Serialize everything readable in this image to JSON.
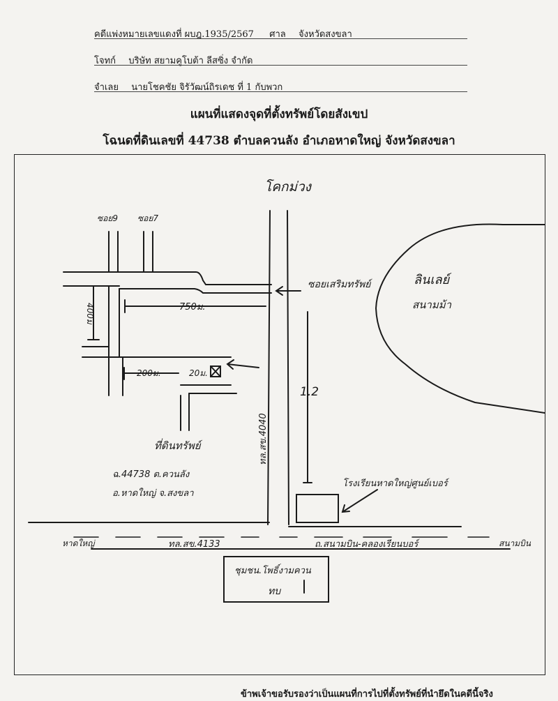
{
  "header": {
    "case_label": "คดีแพ่งหมายเลขแดงที่ ผบฎ.1935/2567",
    "court_label": "ศาล",
    "court_value": "จังหวัดสงขลา",
    "plaintiff_label": "โจทก์",
    "plaintiff_value": "บริษัท สยามคูโบต้า ลีสซิ่ง จำกัด",
    "defendant_label": "จำเลย",
    "defendant_value": "นายโชคชัย จิรัวัฒน์ถิรเดช ที่ 1 กับพวก"
  },
  "titles": {
    "main": "แผนที่แสดงจุดที่ตั้งทรัพย์โดยสังเขป",
    "sub": "โฉนดที่ดินเลขที่ 44738 ตำบลควนลัง อำเภอหาดใหญ่ จังหวัดสงขลา"
  },
  "map": {
    "north_road": "โคกม่วง",
    "soi_a": "ซอย9",
    "soi_b": "ซอย7",
    "soi_serm": "ซอยเสริมทรัพย์",
    "dist_750": "750ม.",
    "dist_400": "400ม",
    "dist_200": "200ม.",
    "dist_20": "20ม.",
    "pond_name": "ลินเลย์",
    "pond_sub": "สนามม้า",
    "km_marker": "1.2",
    "property_label": "ที่ดินทรัพย์",
    "deed_line": "ฉ.44738 ต.ควนลัง",
    "district_line": "อ.หาดใหญ่ จ.สงขลา",
    "highway_4040": "ทล.สข.4040",
    "school_label": "โรงเรียนหาดใหญ่ศูนย์เบอร์",
    "hatyai_label": "หาดใหญ่",
    "main_road_label": "ทล.สข.4133",
    "road_name_label": "ถ.สนามบิน-คลองเรียนบอร์",
    "right_dest": "สนามบิน",
    "landmark_line1": "ชุมชน.โพธิ์งามควน",
    "landmark_line2": "ทบ"
  },
  "footer": {
    "statement": "ข้าพเจ้าขอรับรองว่าเป็นแผนที่การไปที่ตั้งทรัพย์ที่นำยึดในคดีนี้จริง"
  }
}
